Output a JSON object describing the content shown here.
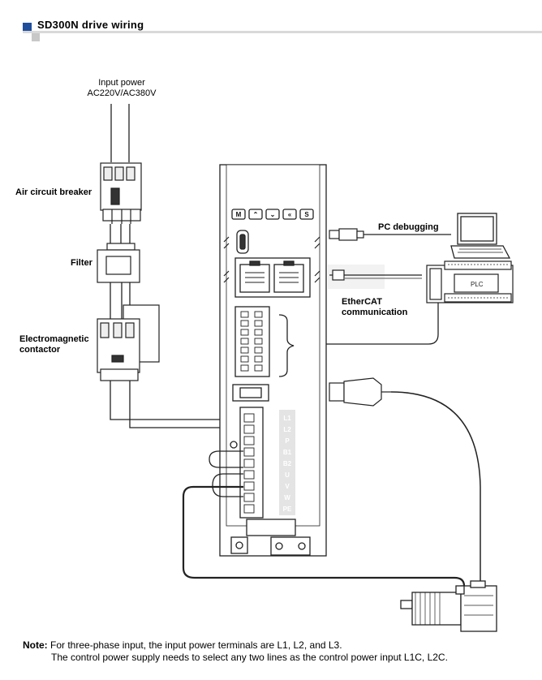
{
  "header": {
    "title": "SD300N drive wiring",
    "accent_color": "#1f4e9c"
  },
  "labels": {
    "input_power_line1": "Input power",
    "input_power_line2": "AC220V/AC380V",
    "air_circuit_breaker": "Air circuit breaker",
    "filter": "Filter",
    "contactor_line1": "Electromagnetic",
    "contactor_line2": "contactor",
    "pc_debugging": "PC debugging",
    "ethercat_line1": "EtherCAT",
    "ethercat_line2": "communication",
    "plc": "PLC"
  },
  "drive": {
    "keys": [
      "M",
      "⌃",
      "⌄",
      "«",
      "S"
    ],
    "terminals": [
      "L1",
      "L2",
      "P",
      "B1",
      "B2",
      "U",
      "V",
      "W",
      "PE"
    ]
  },
  "note": {
    "prefix": "Note:",
    "line1": "For three-phase input, the input power terminals are L1, L2, and L3.",
    "line2": "The control power supply needs to select any two lines as the control power input L1C, L2C."
  }
}
